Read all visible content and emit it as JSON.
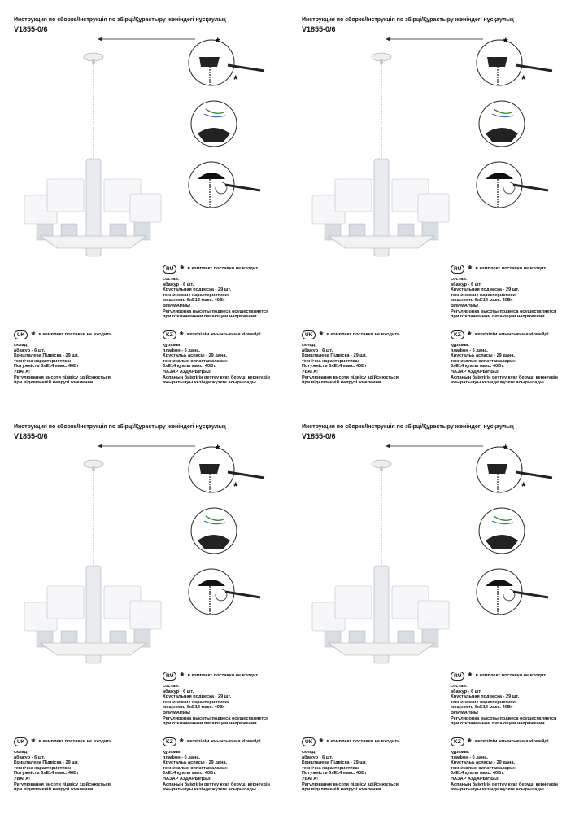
{
  "header": {
    "title": "Инструкция по сборке/Інструкція по збірці/Құрастыру жөніндегі нұсқаулық",
    "model": "V1855-0/6"
  },
  "icons": {
    "star": "asterisk-icon"
  },
  "ru": {
    "code": "RU",
    "not_included": "в комплект поставки не входит",
    "lines": [
      "состав:",
      "абажур - 6 шт.",
      "Хрустальная подвеска - 29 шт.",
      "технические характеристики:",
      "мощность 6хЕ14 макс. 40Вт",
      "ВНИМАНИЕ!",
      "Регулировка высоты подвеса осуществляется",
      "при отключенном питающем напряжении."
    ]
  },
  "uk": {
    "code": "UK",
    "not_included": "в комплект поставки не входить",
    "lines": [
      "склад:",
      "абажур - 6 шт.",
      "Кришталева Підвіска - 29 шт.",
      "технічна характеристика:",
      "Потужність 6хЕ14 макс. 40Вт",
      "УВАГА!",
      "Регулювання висоти підвісу здійснюється",
      "при відключеній напрузі живлення."
    ]
  },
  "kz": {
    "code": "KZ",
    "not_included": "жеткізілім жиынтығына кірмейді",
    "lines": [
      "құрамы:",
      "плафон - 6 дана.",
      "Хрустальь аспасы - 29 дана.",
      "техникалық сипаттамалары:",
      "6хЕ14 қуаты макс. 40Вт.",
      "НАЗАР АУДАРЫҢЫЗ!",
      "Аспаның биіктігін реттеу қуат беруші кернеудің",
      "ажыратылуы кезінде жүзеге асырылады."
    ]
  }
}
